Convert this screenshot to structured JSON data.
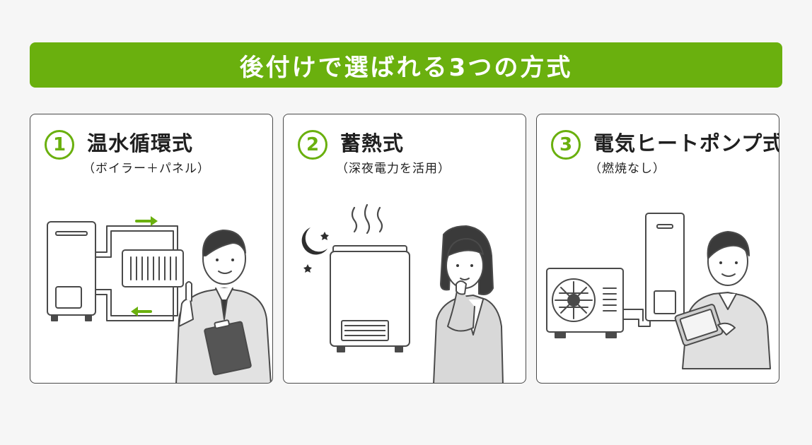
{
  "colors": {
    "accent": "#6ab00e",
    "line": "#4a4a4a",
    "background": "#f6f6f6",
    "card": "#ffffff"
  },
  "banner": {
    "title": "後付けで選ばれる3つの方式"
  },
  "cards": [
    {
      "number": "1",
      "title": "温水循環式",
      "subtitle": "（ボイラー＋パネル）",
      "illustration": "boiler-radiator-man-clipboard"
    },
    {
      "number": "2",
      "title": "蓄熱式",
      "subtitle": "（深夜電力を活用）",
      "illustration": "night-storage-heater-woman"
    },
    {
      "number": "3",
      "title": "電気ヒートポンプ式",
      "subtitle": "（燃焼なし）",
      "illustration": "heat-pump-unit-man-tablet"
    }
  ]
}
